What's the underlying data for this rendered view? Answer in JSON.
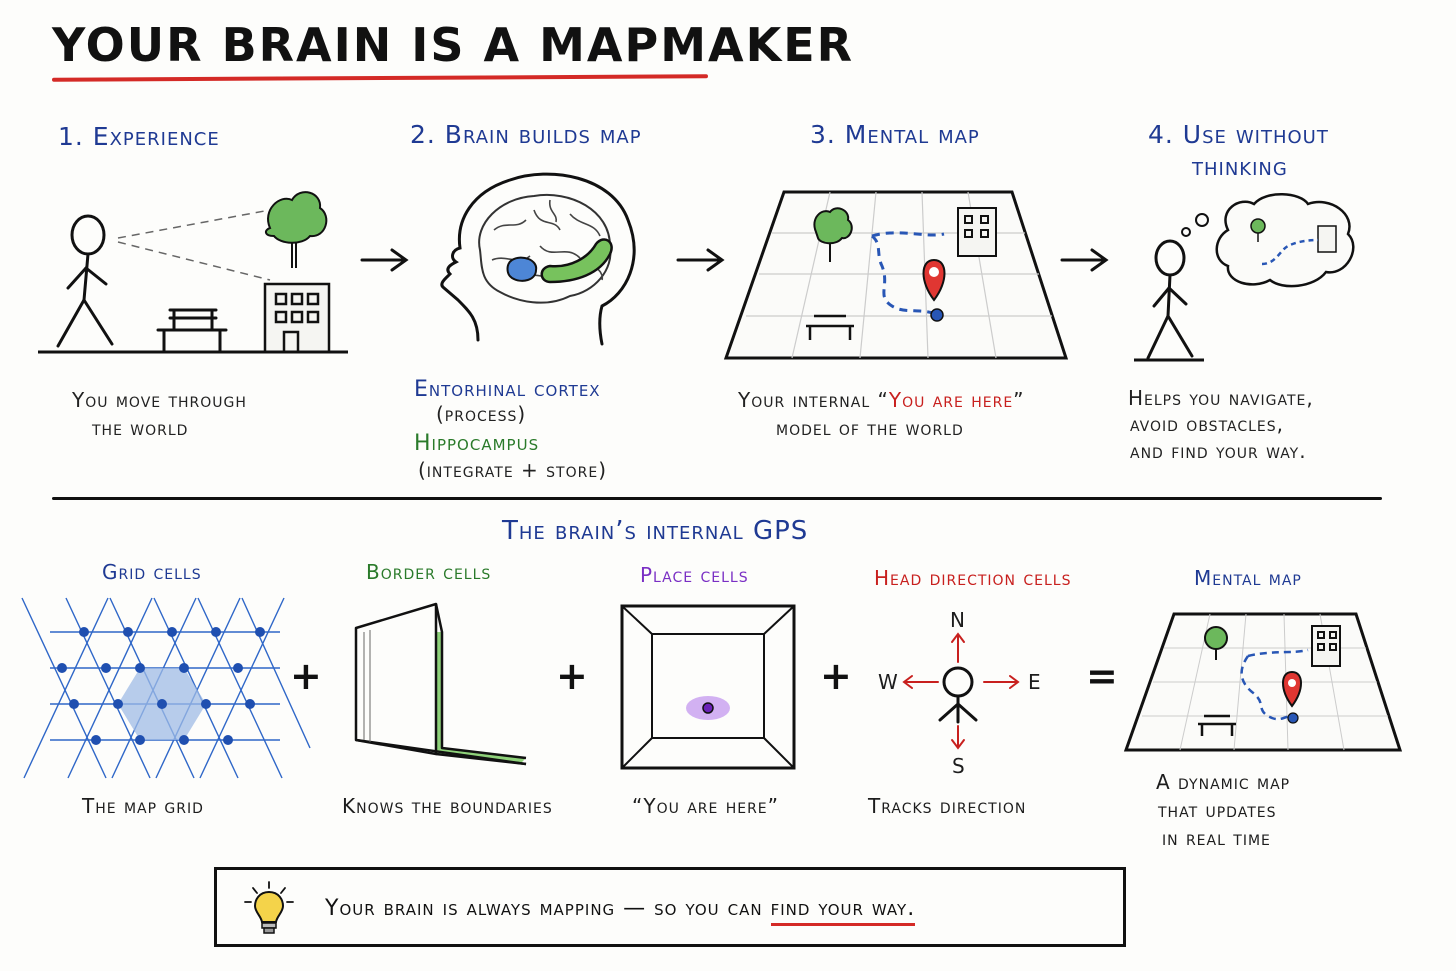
{
  "title": "YOUR BRAIN IS A MAPMAKER",
  "steps": [
    {
      "label": "1. Experience",
      "caption_1": "You move through",
      "caption_2": "the world"
    },
    {
      "label": "2. Brain builds map",
      "ec": "Entorhinal cortex",
      "ec_role": "(process)",
      "hc": "Hippocampus",
      "hc_role": "(integrate + store)"
    },
    {
      "label": "3. Mental map",
      "caption_prefix": "Your internal “",
      "caption_highlight": "You are here",
      "caption_suffix": "”",
      "caption_2": "model of the world"
    },
    {
      "label_1": "4. Use without",
      "label_2": "thinking",
      "caption_1": "Helps you navigate,",
      "caption_2": "avoid obstacles,",
      "caption_3": "and find your way."
    }
  ],
  "gps": {
    "heading": "The brain’s internal GPS",
    "cells": [
      {
        "label": "Grid cells",
        "caption": "The map grid"
      },
      {
        "label": "Border cells",
        "caption": "Knows the boundaries"
      },
      {
        "label": "Place cells",
        "caption": "“You are here”"
      },
      {
        "label": "Head direction cells",
        "caption": "Tracks direction"
      },
      {
        "label": "Mental map",
        "caption_1": "A dynamic map",
        "caption_2": "that updates",
        "caption_3": "in real time"
      }
    ],
    "operators": {
      "plus": "+",
      "equals": "="
    },
    "compass": {
      "n": "N",
      "s": "S",
      "e": "E",
      "w": "W"
    }
  },
  "banner": {
    "prefix": "Your brain is always mapping — so you can ",
    "highlight": "find your way."
  },
  "colors": {
    "accent_red": "#d42a26",
    "heading_blue": "#1f3a93",
    "hippocampus_green": "#2a7a2a",
    "place_purple": "#7a2fc4"
  },
  "icons": [
    "stick-figure-icon",
    "tree-icon",
    "building-icon",
    "bench-icon",
    "brain-icon",
    "map-pin-icon",
    "thought-bubble-icon",
    "lightbulb-icon",
    "compass-icon"
  ]
}
